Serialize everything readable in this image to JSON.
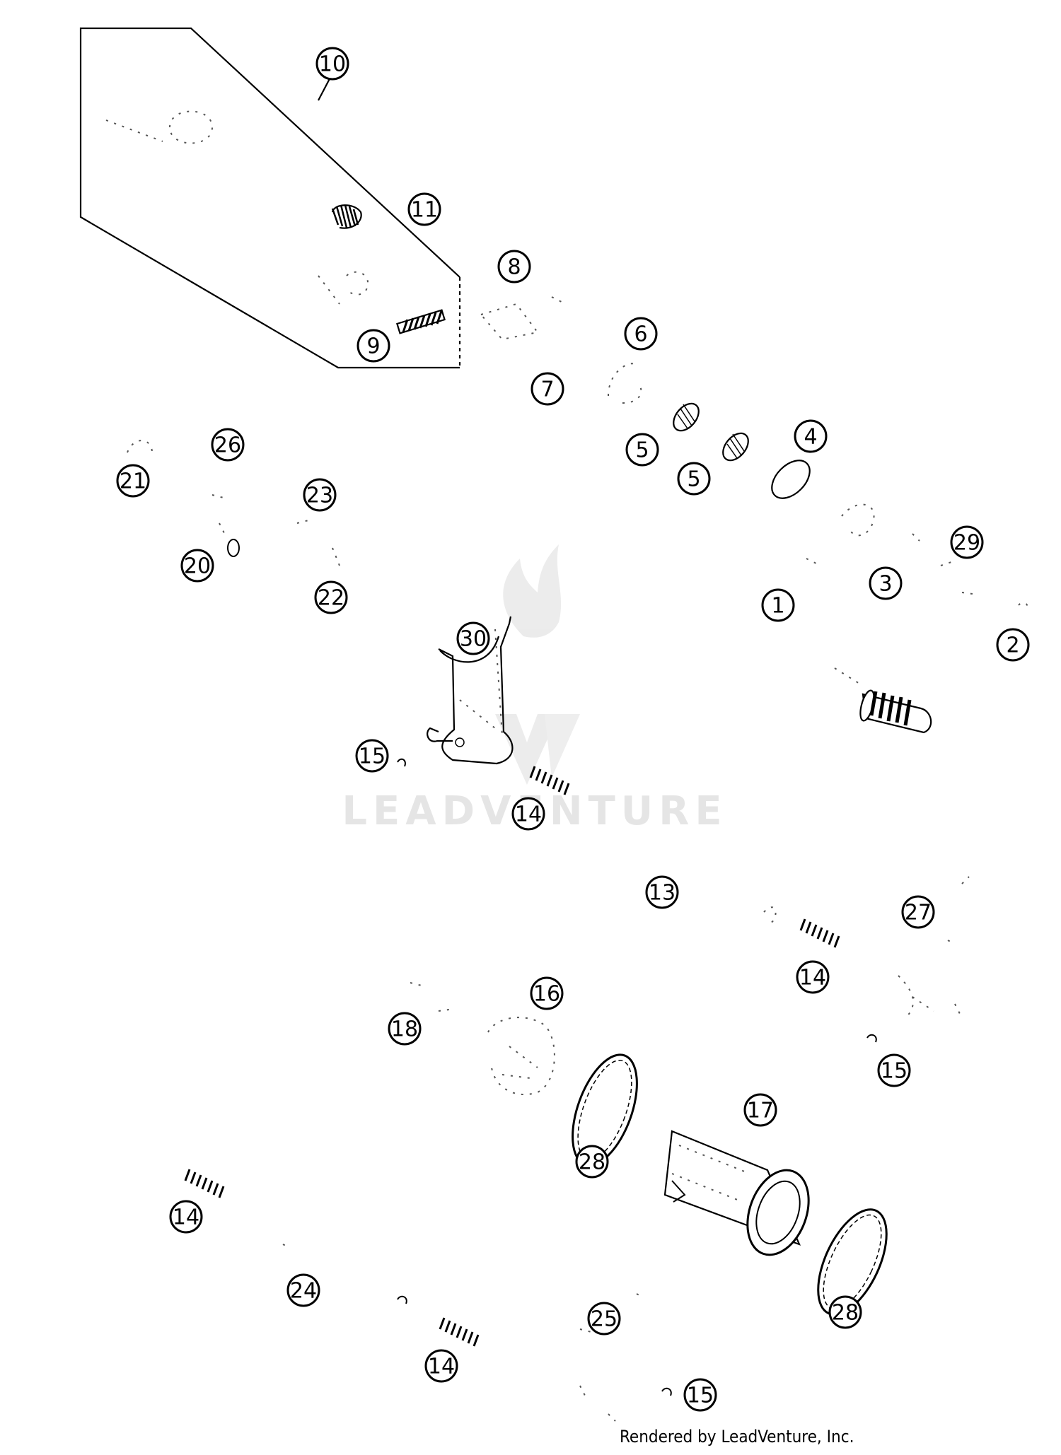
{
  "watermark": {
    "text": "LEADVENTURE"
  },
  "credit": "Rendered by LeadVenture, Inc.",
  "callouts": [
    {
      "id": "c10",
      "label": "10"
    },
    {
      "id": "c11",
      "label": "11"
    },
    {
      "id": "c9",
      "label": "9"
    },
    {
      "id": "c8",
      "label": "8"
    },
    {
      "id": "c6",
      "label": "6"
    },
    {
      "id": "c7",
      "label": "7"
    },
    {
      "id": "c5a",
      "label": "5"
    },
    {
      "id": "c5b",
      "label": "5"
    },
    {
      "id": "c4",
      "label": "4"
    },
    {
      "id": "c26",
      "label": "26"
    },
    {
      "id": "c21",
      "label": "21"
    },
    {
      "id": "c23",
      "label": "23"
    },
    {
      "id": "c20",
      "label": "20"
    },
    {
      "id": "c22",
      "label": "22"
    },
    {
      "id": "c29",
      "label": "29"
    },
    {
      "id": "c3",
      "label": "3"
    },
    {
      "id": "c1",
      "label": "1"
    },
    {
      "id": "c2",
      "label": "2"
    },
    {
      "id": "c30",
      "label": "30"
    },
    {
      "id": "c15a",
      "label": "15"
    },
    {
      "id": "c14a",
      "label": "14"
    },
    {
      "id": "c13",
      "label": "13"
    },
    {
      "id": "c27",
      "label": "27"
    },
    {
      "id": "c14b",
      "label": "14"
    },
    {
      "id": "c16",
      "label": "16"
    },
    {
      "id": "c18",
      "label": "18"
    },
    {
      "id": "c15b",
      "label": "15"
    },
    {
      "id": "c17",
      "label": "17"
    },
    {
      "id": "c28a",
      "label": "28"
    },
    {
      "id": "c14c",
      "label": "14"
    },
    {
      "id": "c24",
      "label": "24"
    },
    {
      "id": "c28b",
      "label": "28"
    },
    {
      "id": "c25",
      "label": "25"
    },
    {
      "id": "c14d",
      "label": "14"
    },
    {
      "id": "c15c",
      "label": "15"
    }
  ]
}
